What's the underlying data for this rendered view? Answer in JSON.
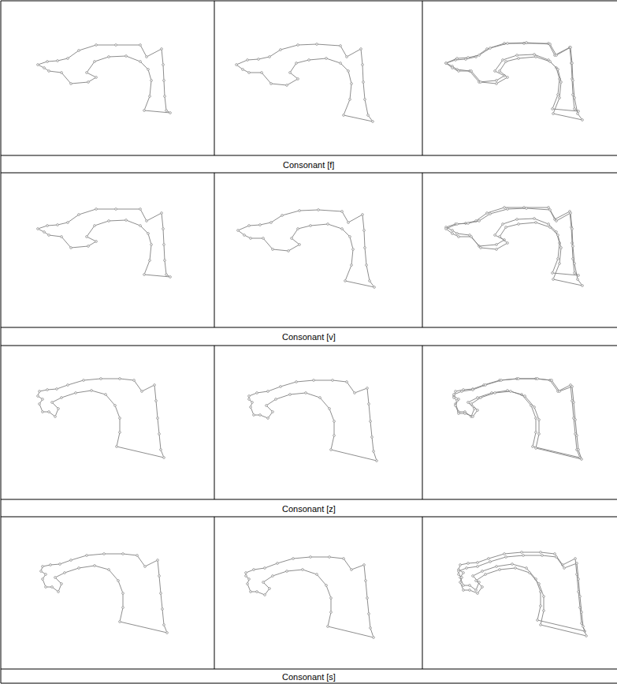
{
  "diagram": {
    "labels": [
      "Consonant [f]",
      "Consonant [v]",
      "Consonant [z]",
      "Consonant [s]"
    ]
  }
}
